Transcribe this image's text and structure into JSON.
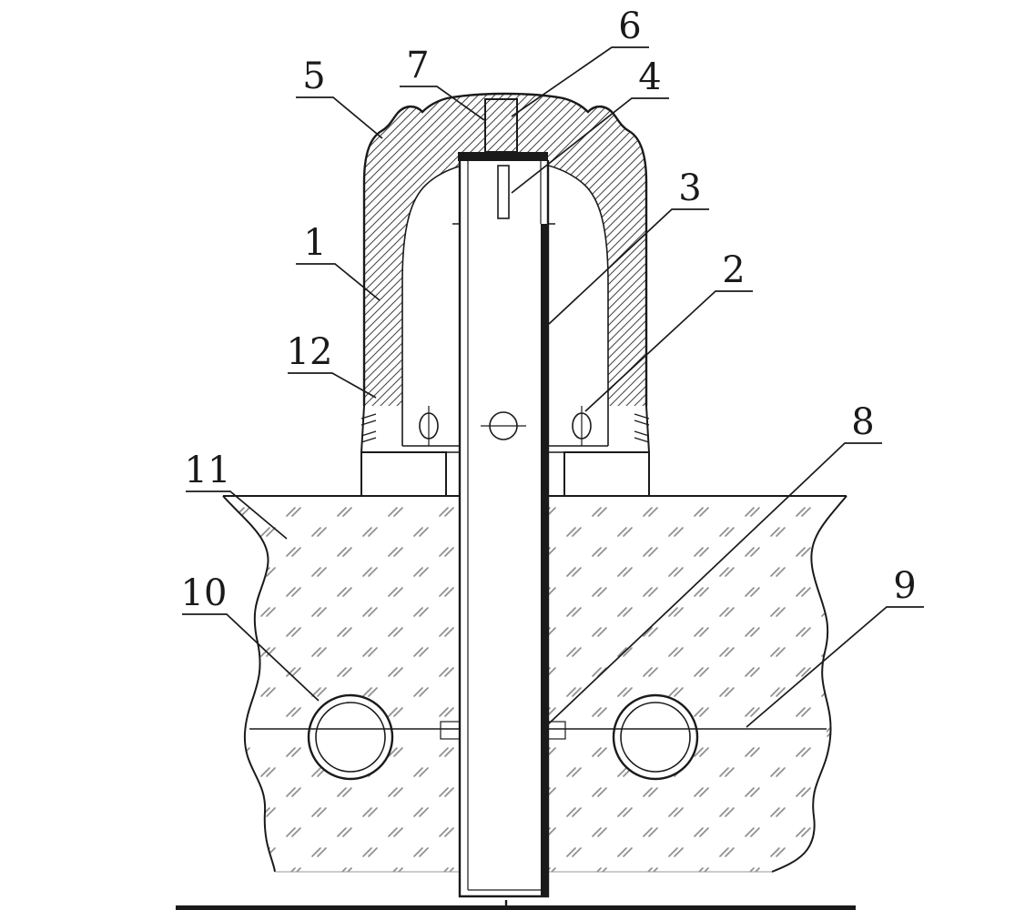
{
  "figure": {
    "kind": "patent-cross-section-drawing",
    "labels": [
      {
        "id": "1",
        "text": "1"
      },
      {
        "id": "2",
        "text": "2"
      },
      {
        "id": "3",
        "text": "3"
      },
      {
        "id": "4",
        "text": "4"
      },
      {
        "id": "5",
        "text": "5"
      },
      {
        "id": "6",
        "text": "6"
      },
      {
        "id": "7",
        "text": "7"
      },
      {
        "id": "8",
        "text": "8"
      },
      {
        "id": "9",
        "text": "9"
      },
      {
        "id": "10",
        "text": "10"
      },
      {
        "id": "11",
        "text": "11"
      },
      {
        "id": "12",
        "text": "12"
      }
    ]
  },
  "colors": {
    "line": "#1a1a1a",
    "hatch": "#4a4a4a",
    "ground_hatch": "#8f8f8f",
    "background": "#ffffff"
  }
}
